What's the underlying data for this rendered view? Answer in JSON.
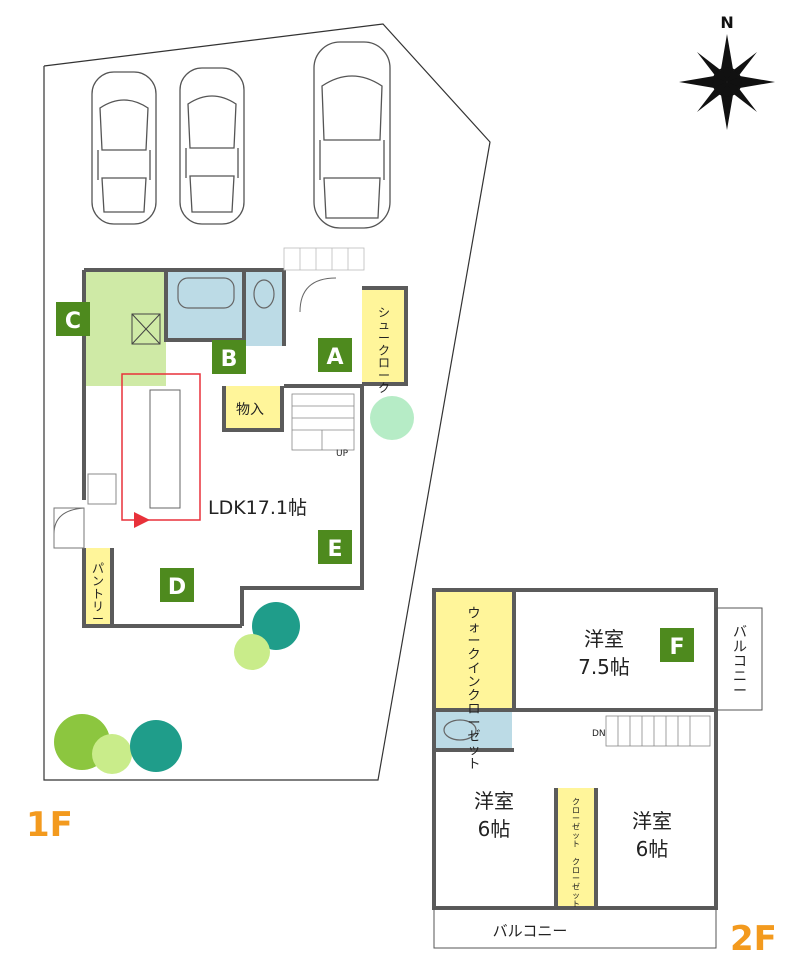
{
  "floors": {
    "first": {
      "label": "1F",
      "color": "#f39a1e"
    },
    "second": {
      "label": "2F",
      "color": "#f39a1e"
    }
  },
  "compass": {
    "north_label": "N"
  },
  "rooms_1f": {
    "ldk": "LDK17.1帖",
    "shoes_closet": "シュークローク",
    "storage": "物入",
    "pantry": "パントリー",
    "up": "UP"
  },
  "rooms_2f": {
    "western_75": [
      "洋室",
      "7.5帖"
    ],
    "western_6_left": [
      "洋室",
      "6帖"
    ],
    "western_6_right": [
      "洋室",
      "6帖"
    ],
    "walkin": "ウォークインクローゼット",
    "closet_a": "クローゼット",
    "closet_b": "クローゼット",
    "balcony_side": "バルコニー",
    "balcony_bottom": "バルコニー",
    "dn": "DN"
  },
  "tags": {
    "A": "A",
    "B": "B",
    "C": "C",
    "D": "D",
    "E": "E",
    "F": "F",
    "color": "#4e8a1e"
  },
  "colors": {
    "green_room": "#cfeaa6",
    "blue_room": "#bcdbe6",
    "yellow_room": "#fff59a",
    "wall": "#5b5b5b",
    "kitchen_frame": "#e8313a"
  }
}
